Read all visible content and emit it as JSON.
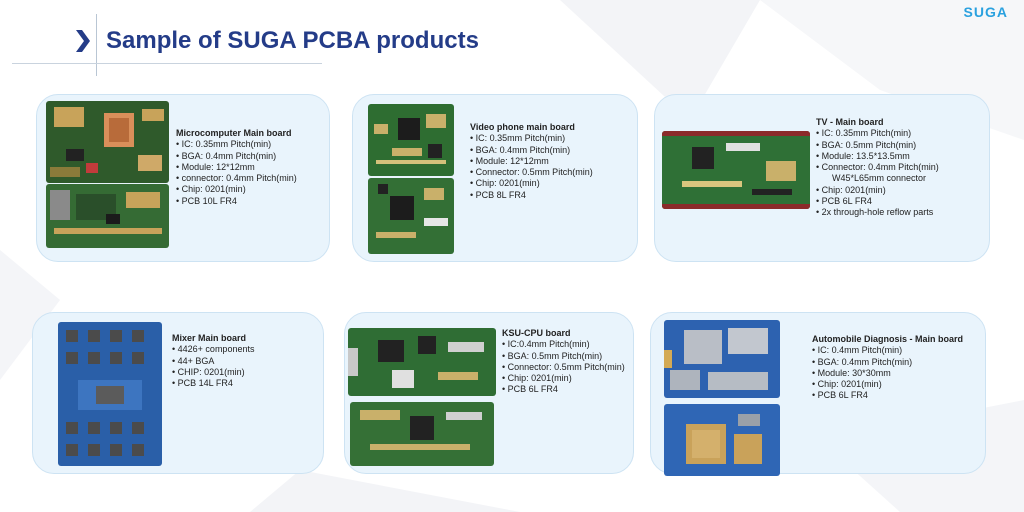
{
  "title": "Sample of SUGA PCBA products",
  "logo": "SUGA",
  "products": [
    {
      "title": "Microcomputer Main board",
      "items": [
        "IC: 0.35mm Pitch(min)",
        "BGA: 0.4mm Pitch(min)",
        "Module: 12*12mm",
        "connector:  0.4mm Pitch(min)",
        "Chip: 0201(min)",
        "PCB 10L FR4"
      ]
    },
    {
      "title": "Video phone main board",
      "items": [
        "IC: 0.35mm Pitch(min)",
        "BGA: 0.4mm Pitch(min)",
        "Module: 12*12mm",
        "Connector: 0.5mm Pitch(min)",
        "Chip: 0201(min)",
        "PCB 8L FR4"
      ]
    },
    {
      "title": "TV - Main board",
      "items": [
        "IC: 0.35mm Pitch(min)",
        "BGA: 0.5mm Pitch(min)",
        "Module: 13.5*13.5mm",
        "Connector: 0.4mm Pitch(min)",
        "Chip: 0201(min)",
        "PCB 6L FR4",
        "2x through-hole reflow parts"
      ],
      "note": "W45*L65mm connector"
    },
    {
      "title": "Mixer Main board",
      "items": [
        "4426+ components",
        "44+ BGA",
        "CHIP: 0201(min)",
        "PCB 14L FR4"
      ]
    },
    {
      "title": "KSU-CPU board",
      "items": [
        "IC:0.4mm Pitch(min)",
        "BGA: 0.5mm Pitch(min)",
        "Connector: 0.5mm Pitch(min)",
        "Chip: 0201(min)",
        "PCB 6L FR4"
      ]
    },
    {
      "title": "Automobile Diagnosis - Main board",
      "items": [
        "IC: 0.4mm Pitch(min)",
        "BGA: 0.4mm Pitch(min)",
        "Module: 30*30mm",
        "Chip: 0201(min)",
        "PCB 6L FR4"
      ]
    }
  ],
  "colors": {
    "title": "#243c88",
    "logo": "#2aa1df",
    "card_bg": "#e9f4fc",
    "card_border": "#cde3f3",
    "pcb_dark_green": "#1f4a24",
    "pcb_green": "#2f6b34",
    "pcb_blue": "#2a5fa8"
  },
  "icons": [
    "chevron-right-icon"
  ]
}
